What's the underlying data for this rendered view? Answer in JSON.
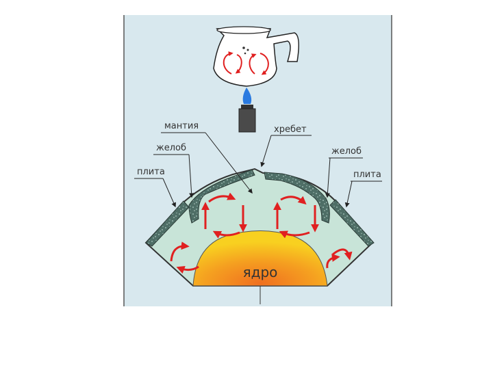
{
  "labels": {
    "mantle": "мантия",
    "ridge": "хребет",
    "trench_left": "желоб",
    "trench_right": "желоб",
    "plate_left": "плита",
    "plate_right": "плита",
    "core": "ядро"
  },
  "colors": {
    "panel_background": "#d8e8ee",
    "mantle_fill": "#c8e4d8",
    "plate_fill": "#4a6a62",
    "core_center": "#f07020",
    "core_edge": "#f8cc1a",
    "arrow_red": "#e02020",
    "leader_line": "#222222",
    "burner_flame": "#2a7ae0"
  },
  "icons": {
    "kettle": "glass-kettle-icon",
    "burner": "gas-burner-icon"
  }
}
